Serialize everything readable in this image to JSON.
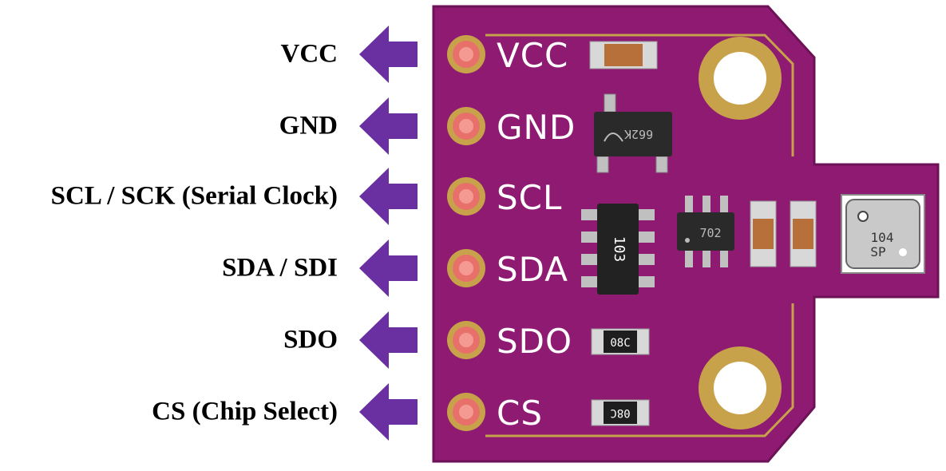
{
  "pins": [
    {
      "board_label": "VCC",
      "description": "VCC"
    },
    {
      "board_label": "GND",
      "description": "GND"
    },
    {
      "board_label": "SCL",
      "description": "SCL / SCK (Serial Clock)"
    },
    {
      "board_label": "SDA",
      "description": "SDA / SDI"
    },
    {
      "board_label": "SDO",
      "description": "SDO"
    },
    {
      "board_label": "CS",
      "description": "CS (Chip Select)"
    }
  ],
  "components": {
    "transistor_marking": "662K",
    "resistor_array_marking": "103",
    "regulator_marking": "702",
    "sensor_marking_line1": "104",
    "sensor_marking_line2": "SP",
    "resistor_sdo_marking": "08C",
    "resistor_cs_marking": "08C"
  },
  "colors": {
    "board": "#8E1A72",
    "board_edge": "#6E1257",
    "silkscreen": "#ffffff",
    "gold": "#C8A24A",
    "pad_pink": "#E8706B",
    "arrow": "#6A2FA0"
  }
}
